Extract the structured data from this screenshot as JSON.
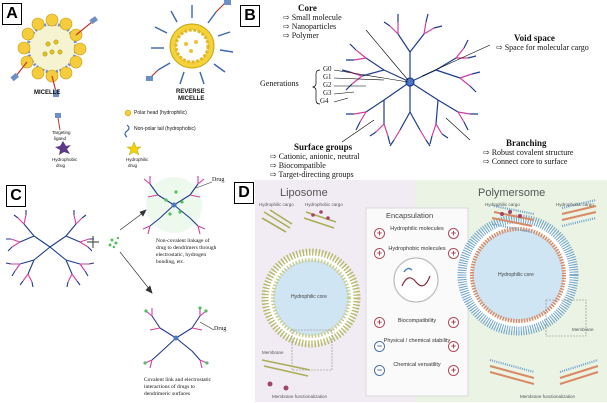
{
  "panels": {
    "a": "A",
    "b": "B",
    "c": "C",
    "d": "D"
  },
  "panel_a": {
    "micelle": "MICELLE",
    "reverse_micelle_1": "REVERSE",
    "reverse_micelle_2": "MICELLE",
    "polar_head": "Polar head (hydrophilic)",
    "non_polar_tail": "Non-polar tail (hydrophobic)",
    "targeting_1": "Targeting",
    "targeting_2": "ligand",
    "hydrophobic_1": "Hydrophobic",
    "hydrophobic_2": "drug",
    "hydrophilic_1": "Hydrophilic",
    "hydrophilic_2": "drug"
  },
  "panel_b": {
    "core_title": "Core",
    "core_items": [
      "⇨ Small molecule",
      "⇨ Nanoparticles",
      "⇨ Polymer"
    ],
    "void_title": "Void space",
    "void_items": [
      "⇨ Space for molecular cargo"
    ],
    "generations_label": "Generations",
    "generations": [
      "G0",
      "G1",
      "G2",
      "G3",
      "G4"
    ],
    "surface_title": "Surface groups",
    "surface_items": [
      "⇨ Cationic, anionic, neutral",
      "⇨ Biocompatible",
      "⇨ Target-directing groups"
    ],
    "branching_title": "Branching",
    "branching_items": [
      "⇨ Robust covalent structure",
      "⇨ Connect core to surface"
    ]
  },
  "panel_c": {
    "drug_top": "Drug",
    "drug_bottom": "Drug",
    "noncovalent": [
      "Non-covalent linkage of",
      "drug to dendrimers through",
      "electrostatic, hydrogen",
      "bonding, etc."
    ],
    "covalent": [
      "Covalent link and electrostatic",
      "interactions of drugs to",
      "dendrimeric surfaces"
    ]
  },
  "panel_d": {
    "liposome": "Liposome",
    "polymersome": "Polymersome",
    "encapsulation": "Encapsulation",
    "hydrophilic_cargo_l": "Hydrophilic cargo",
    "hydrophobic_cargo_l": "Hydrophobic cargo",
    "hydrophilic_cargo_r": "Hydrophilic cargo",
    "hydrophobic_cargo_r": "Hydrophobic cargo",
    "hydrophilic_core_l": "Hydrophilic core",
    "hydrophilic_core_r": "Hydrophilic core",
    "membrane_l": "Membrane",
    "membrane_r": "Membrane",
    "func_l": "Membrane functionalization",
    "func_r": "Membrane functionalization",
    "rows": [
      {
        "label": "Hydrophilic molecules",
        "left": "+",
        "right": "+"
      },
      {
        "label": "Hydrophobic molecules",
        "left": "+",
        "right": "+"
      },
      {
        "label": "Biocompatibility",
        "left": "+",
        "right": "+"
      },
      {
        "label": "Physical / chemical stability",
        "left": "−",
        "right": "+"
      },
      {
        "label": "Chemical versatility",
        "left": "−",
        "right": "+"
      }
    ]
  }
}
